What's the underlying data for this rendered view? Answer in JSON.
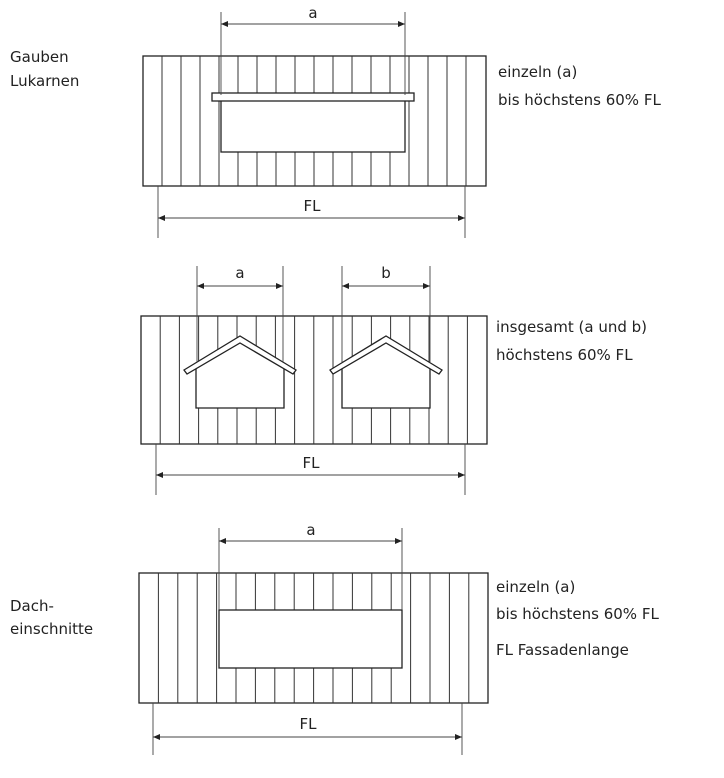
{
  "sections": [
    {
      "label_lines": [
        "Gauben",
        "Lukarnen"
      ],
      "note_lines": [
        "einzeln  (a)",
        "bis höchstens  60% FL"
      ],
      "dims": [
        "a"
      ],
      "total_dim": "FL"
    },
    {
      "label_lines": [],
      "note_lines": [
        "insgesamt  (a und b)",
        "höchstens  60%  FL"
      ],
      "dims": [
        "a",
        "b"
      ],
      "total_dim": "FL"
    },
    {
      "label_lines": [
        "Dach-",
        "einschnitte"
      ],
      "note_lines": [
        "einzeln  (a)",
        "bis  höchstens  60%  FL"
      ],
      "dims": [
        "a"
      ],
      "total_dim": "FL"
    }
  ],
  "legend": "FL  Fassadenlange"
}
